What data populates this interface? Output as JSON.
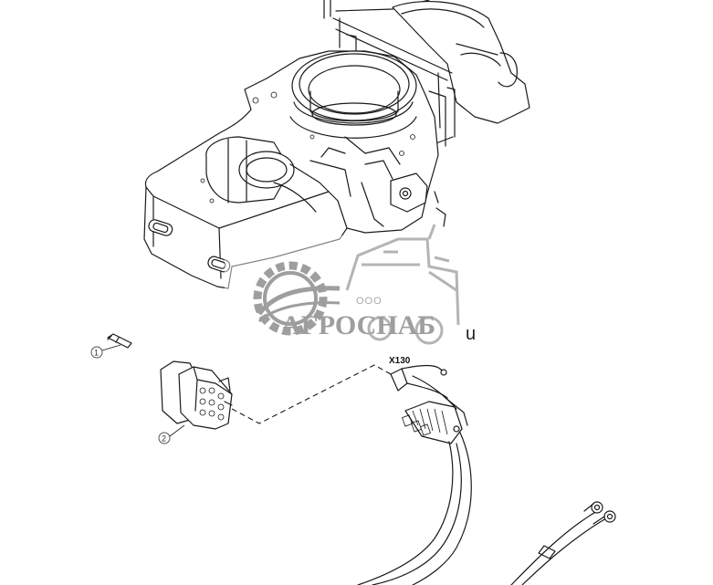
{
  "figure": {
    "connector_label": "X130",
    "callouts": [
      {
        "number": "1",
        "part": "terminal-pin"
      },
      {
        "number": "2",
        "part": "connector-housing"
      }
    ],
    "stray_text": "u"
  },
  "watermark": {
    "company_small": "ООО",
    "company_name": "АГРОСНАБ",
    "color": "#8e8e8e"
  },
  "icons": [
    "gear-icon",
    "harvester-icon"
  ],
  "colors": {
    "line": "#1a1a1a",
    "background": "#ffffff"
  }
}
